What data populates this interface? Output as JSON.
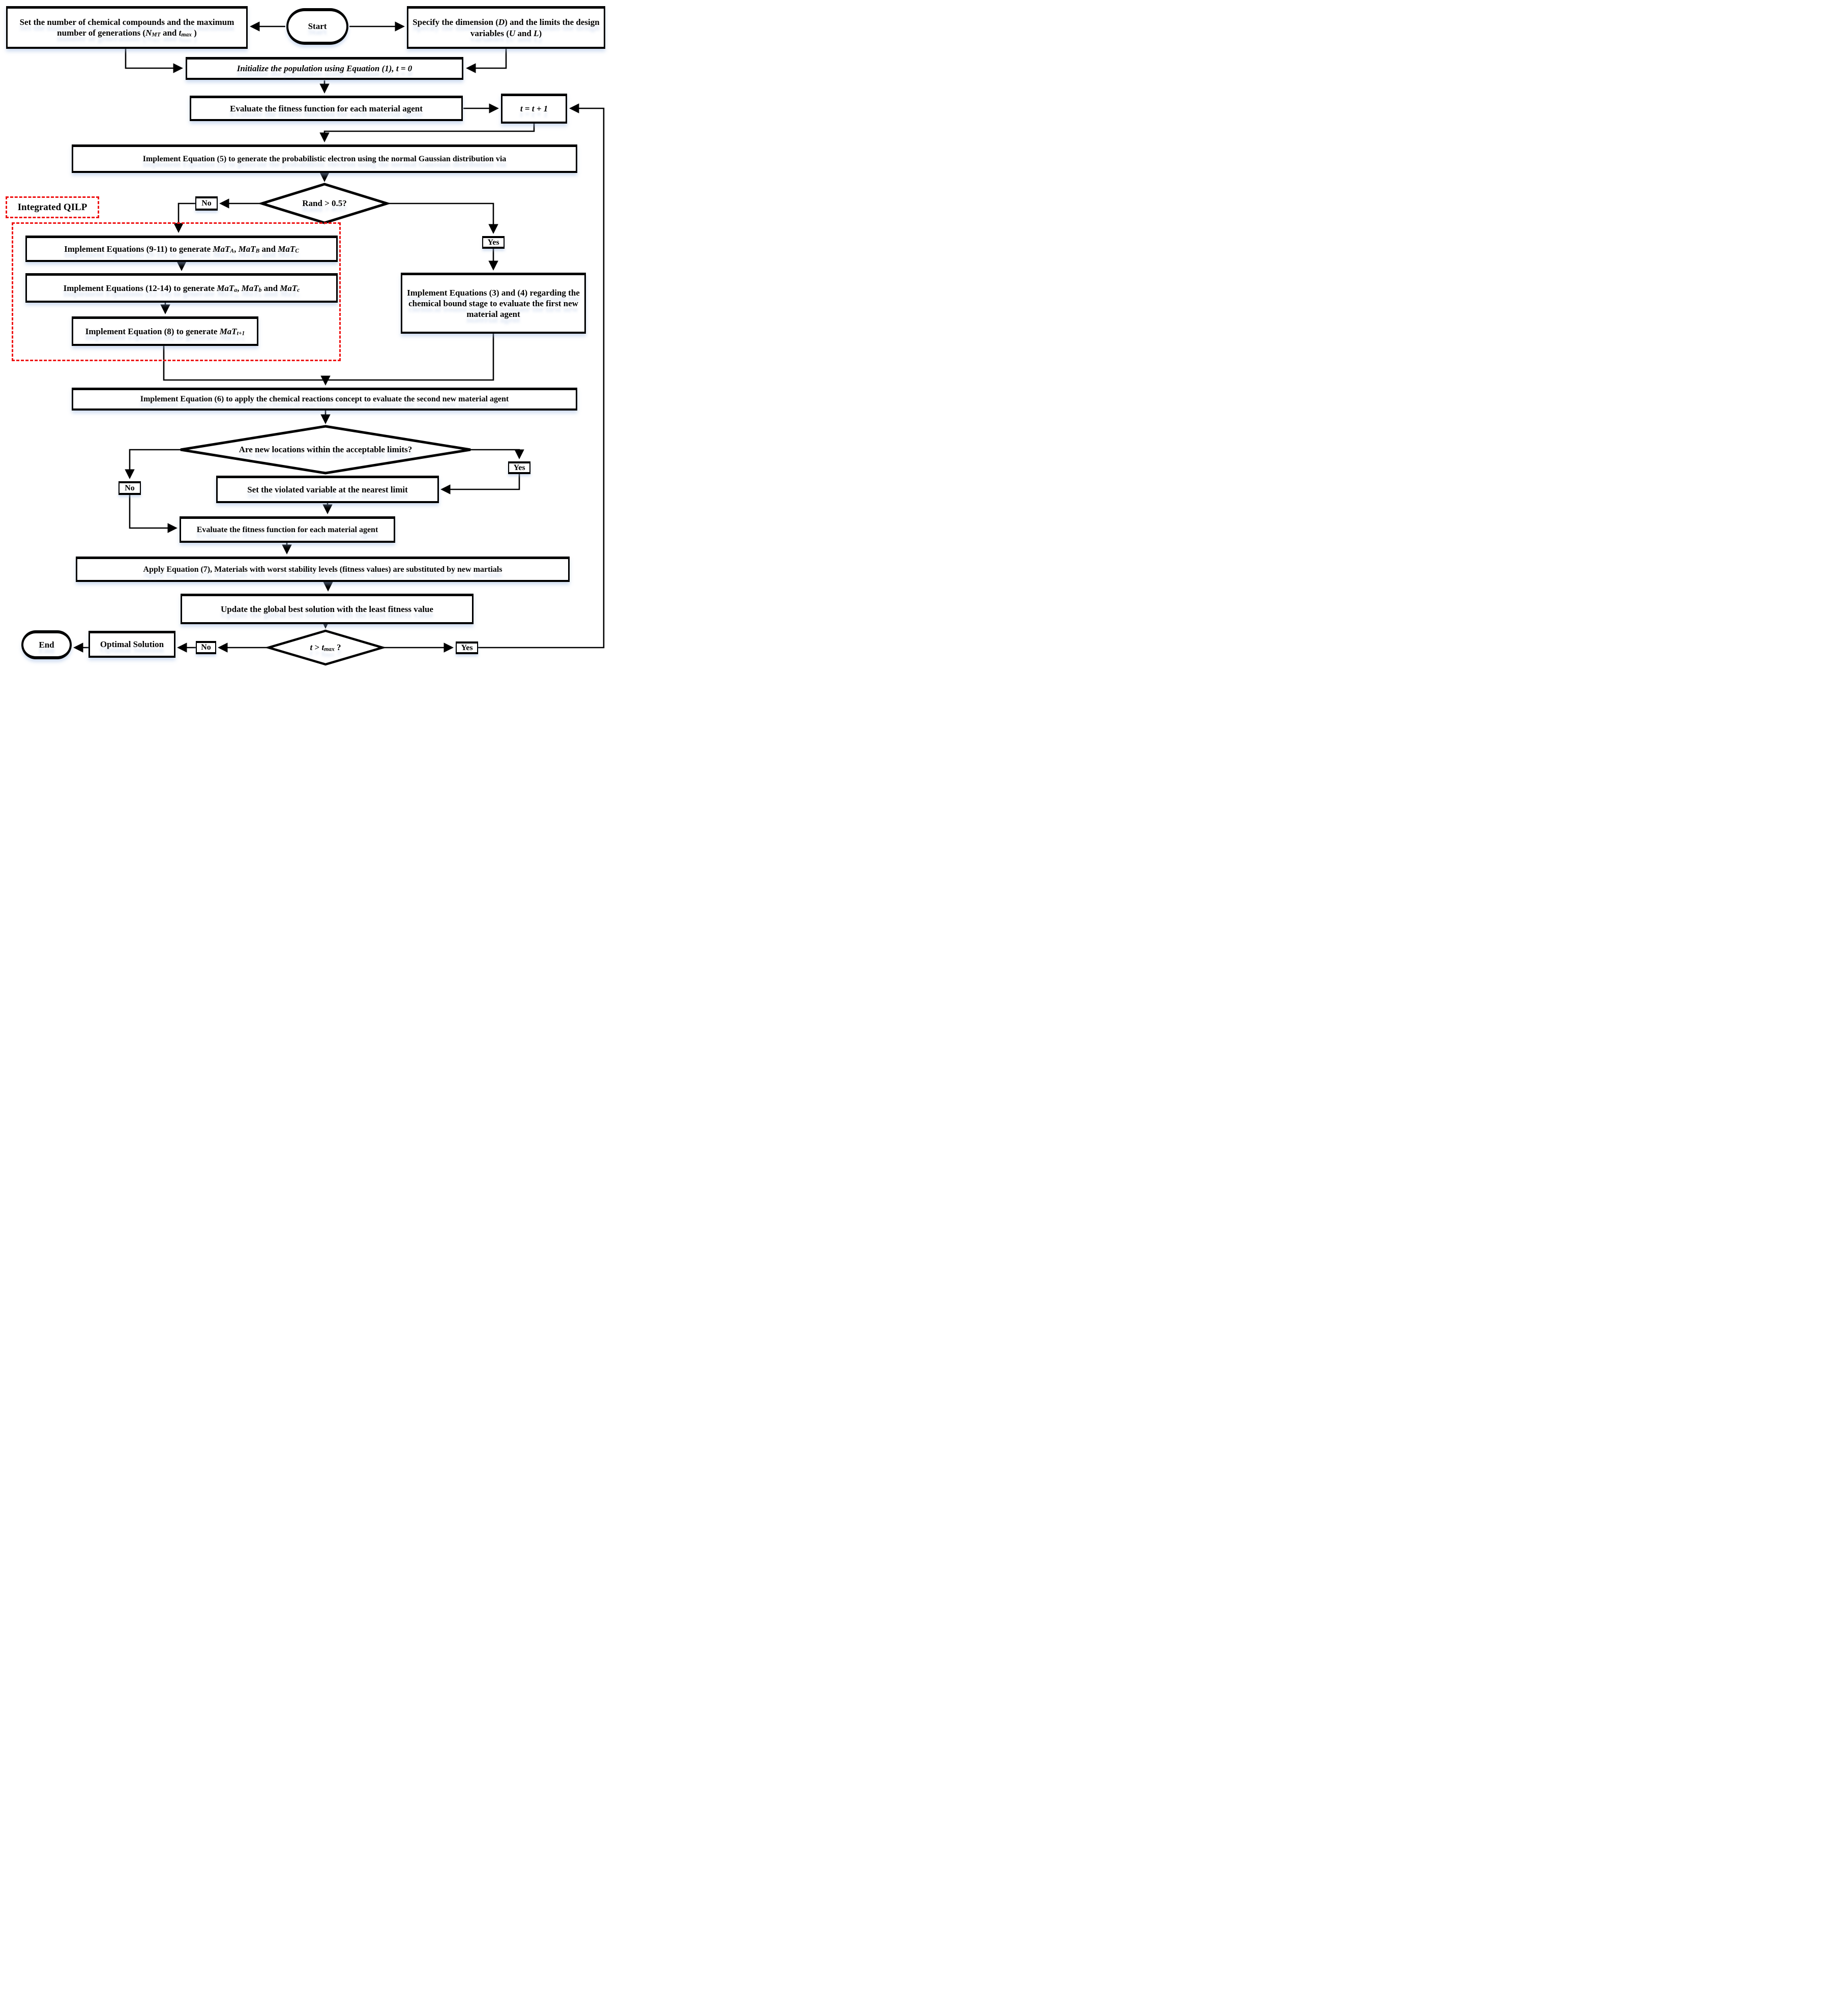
{
  "flowchart": {
    "colors": {
      "line": "#000000",
      "accent_red": "#ee1111",
      "shadow_blue": "#b9cdea"
    },
    "branch_labels": {
      "no": "No",
      "yes": "Yes"
    },
    "region": {
      "qilp_label": "Integrated QILP"
    },
    "nodes": {
      "start": {
        "label": "Start"
      },
      "end": {
        "label": "End"
      },
      "set_compounds": {
        "segments": [
          {
            "s": "t",
            "v": "Set the number of chemical compounds and the maximum number of generations ("
          },
          {
            "s": "i",
            "v": "N"
          },
          {
            "s": "si",
            "v": "MT"
          },
          {
            "s": "t",
            "v": " and "
          },
          {
            "s": "i",
            "v": "t"
          },
          {
            "s": "si",
            "v": "max"
          },
          {
            "s": "t",
            "v": " )"
          }
        ]
      },
      "specify_dimension": {
        "segments": [
          {
            "s": "t",
            "v": "Specify the dimension ("
          },
          {
            "s": "i",
            "v": "D"
          },
          {
            "s": "t",
            "v": ") and the limits the design variables ("
          },
          {
            "s": "i",
            "v": "U"
          },
          {
            "s": "t",
            "v": " and "
          },
          {
            "s": "i",
            "v": "L"
          },
          {
            "s": "t",
            "v": ")"
          }
        ]
      },
      "initialize": {
        "label": "Initialize the population using Equation (1), t = 0"
      },
      "evaluate_fitness_1": {
        "label": "Evaluate the fitness function for each material agent"
      },
      "t_increment": {
        "label": "t = t + 1"
      },
      "eq5": {
        "label": "Implement Equation (5) to generate the probabilistic electron using the normal Gaussian distribution via"
      },
      "rand_decision": {
        "label": "Rand > 0.5?"
      },
      "eq911": {
        "segments": [
          {
            "s": "t",
            "v": "Implement Equations (9-11) to generate "
          },
          {
            "s": "i",
            "v": "MaT"
          },
          {
            "s": "si",
            "v": "A"
          },
          {
            "s": "t",
            "v": ", "
          },
          {
            "s": "i",
            "v": "MaT"
          },
          {
            "s": "si",
            "v": "B"
          },
          {
            "s": "t",
            "v": " and "
          },
          {
            "s": "i",
            "v": "MaT"
          },
          {
            "s": "si",
            "v": "C"
          }
        ]
      },
      "eq1214": {
        "segments": [
          {
            "s": "t",
            "v": "Implement Equations (12-14) to generate "
          },
          {
            "s": "i",
            "v": "MaT"
          },
          {
            "s": "si",
            "v": "a"
          },
          {
            "s": "t",
            "v": ", "
          },
          {
            "s": "i",
            "v": "MaT"
          },
          {
            "s": "si",
            "v": "b"
          },
          {
            "s": "t",
            "v": " and "
          },
          {
            "s": "i",
            "v": "MaT"
          },
          {
            "s": "si",
            "v": "c"
          }
        ]
      },
      "eq8": {
        "segments": [
          {
            "s": "t",
            "v": "Implement Equation (8) to generate "
          },
          {
            "s": "i",
            "v": "MaT"
          },
          {
            "s": "si",
            "v": "t+1"
          }
        ]
      },
      "eq34": {
        "label": "Implement Equations (3) and (4) regarding the chemical bound stage to evaluate the first new material agent"
      },
      "eq6": {
        "label": "Implement Equation (6) to apply the chemical reactions concept to evaluate the second new material agent"
      },
      "limits_decision": {
        "label": "Are new locations within the acceptable limits?"
      },
      "set_violated": {
        "label": "Set the violated variable at the nearest limit"
      },
      "evaluate_fitness_2": {
        "label": "Evaluate the fitness function for each material agent"
      },
      "eq7": {
        "label": "Apply Equation (7), Materials with worst stability levels (fitness values) are substituted by new martials"
      },
      "update_best": {
        "label": "Update the global best solution with the least fitness value"
      },
      "tmax_decision": {
        "segments": [
          {
            "s": "i",
            "v": "t"
          },
          {
            "s": "t",
            "v": " > "
          },
          {
            "s": "i",
            "v": "t"
          },
          {
            "s": "si",
            "v": "max"
          },
          {
            "s": "t",
            "v": " ?"
          }
        ]
      },
      "optimal_solution": {
        "label": "Optimal Solution"
      }
    }
  }
}
